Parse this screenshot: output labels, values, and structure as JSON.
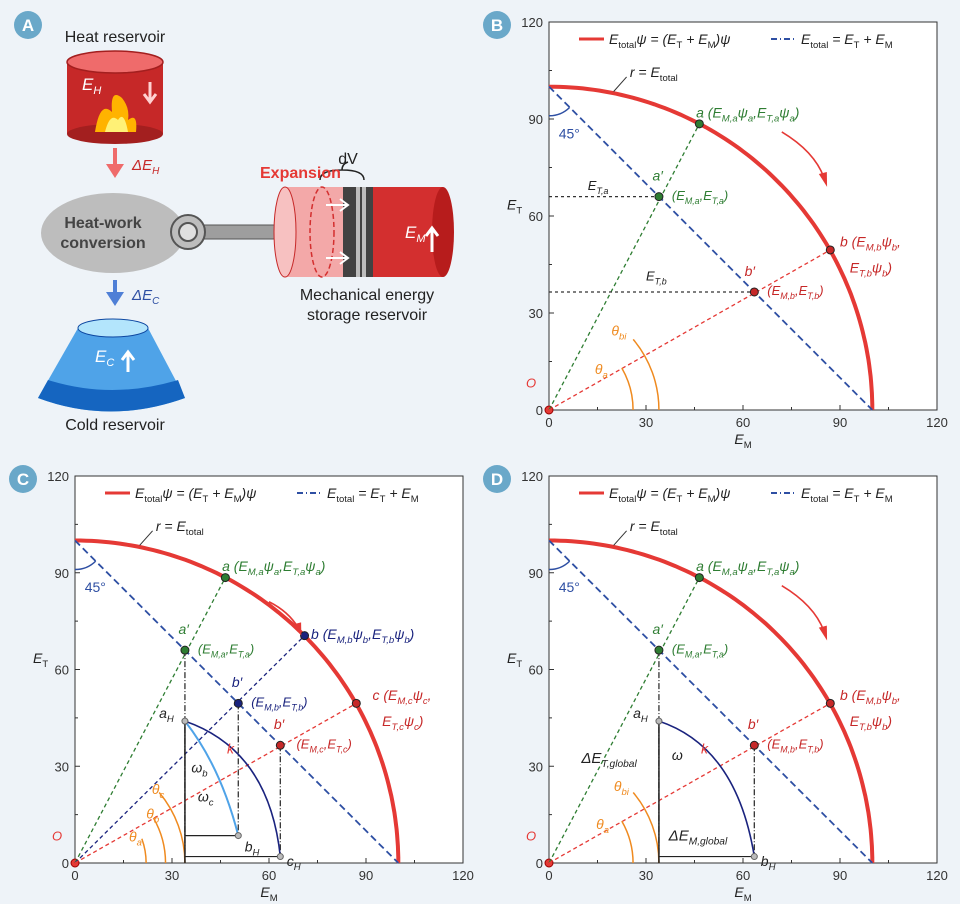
{
  "colors": {
    "red": "#e53935",
    "darkred": "#c62828",
    "green": "#2e7d32",
    "blue": "#2e4fa3",
    "navy": "#1a237e",
    "orange": "#ef8a1f",
    "badge": "#6aa8c9",
    "background": "#eef3f8"
  },
  "panel_a": {
    "label": "A",
    "heat_reservoir": "Heat reservoir",
    "E_H": "E",
    "E_H_sub": "H",
    "dE_H": "ΔE",
    "dE_H_sub": "H",
    "conversion_line1": "Heat-work",
    "conversion_line2": "conversion",
    "dE_C": "ΔE",
    "dE_C_sub": "C",
    "E_C": "E",
    "E_C_sub": "C",
    "cold_reservoir": "Cold reservoir",
    "expansion": "Expansion",
    "dV": "dV",
    "E_M": "E",
    "E_M_sub": "M",
    "storage_line1": "Mechanical energy",
    "storage_line2": "storage reservoir"
  },
  "plot_common": {
    "xlabel": "E",
    "xlabel_sub": "M",
    "ylabel": "E",
    "ylabel_sub": "T",
    "ticks": [
      "0",
      "30",
      "60",
      "90",
      "120"
    ],
    "xlim": [
      0,
      120
    ],
    "ylim": [
      0,
      120
    ],
    "legend_red": "E",
    "legend_red_sub": "total",
    "legend_red_rest": "ψ = (E",
    "legend_blue": "E",
    "legend_blue_sub": "total",
    "legend_blue_rest": " = E",
    "r_label": "r = E",
    "r_label_sub": "total",
    "angle45": "45°",
    "origin": "O"
  },
  "panels": {
    "B": {
      "label": "B"
    },
    "C": {
      "label": "C"
    },
    "D": {
      "label": "D"
    }
  },
  "chart_data": [
    {
      "type": "line",
      "panel": "B",
      "circle_radius": 100,
      "diagonal": [
        [
          0,
          100
        ],
        [
          100,
          0
        ]
      ],
      "points": [
        {
          "name": "a",
          "x": 46.5,
          "y": 88.5
        },
        {
          "name": "a'",
          "x": 34,
          "y": 66
        },
        {
          "name": "b",
          "x": 87,
          "y": 49.5
        },
        {
          "name": "b'",
          "x": 63.5,
          "y": 36.5
        }
      ],
      "annotations": [
        "E_T,a",
        "E_T,b",
        "θ_bi",
        "θ_a"
      ]
    },
    {
      "type": "line",
      "panel": "C",
      "circle_radius": 100,
      "diagonal": [
        [
          0,
          100
        ],
        [
          100,
          0
        ]
      ],
      "points": [
        {
          "name": "a",
          "x": 46.5,
          "y": 88.5
        },
        {
          "name": "a'",
          "x": 34,
          "y": 66
        },
        {
          "name": "b",
          "x": 71,
          "y": 70.5
        },
        {
          "name": "b'",
          "x": 50.5,
          "y": 49.5
        },
        {
          "name": "c",
          "x": 87,
          "y": 49.5
        },
        {
          "name": "b'",
          "x": 63.5,
          "y": 36.5
        },
        {
          "name": "a_H",
          "x": 34,
          "y": 44
        },
        {
          "name": "b_H",
          "x": 50.5,
          "y": 8.5
        },
        {
          "name": "c_H",
          "x": 63.5,
          "y": 2
        }
      ],
      "annotations": [
        "θ_c",
        "θ_b",
        "θ_a",
        "ω_b",
        "ω_c",
        "k"
      ]
    },
    {
      "type": "line",
      "panel": "D",
      "circle_radius": 100,
      "diagonal": [
        [
          0,
          100
        ],
        [
          100,
          0
        ]
      ],
      "points": [
        {
          "name": "a",
          "x": 46.5,
          "y": 88.5
        },
        {
          "name": "a'",
          "x": 34,
          "y": 66
        },
        {
          "name": "b",
          "x": 87,
          "y": 49.5
        },
        {
          "name": "b'",
          "x": 63.5,
          "y": 36.5
        },
        {
          "name": "a_H",
          "x": 34,
          "y": 44
        },
        {
          "name": "b_H",
          "x": 63.5,
          "y": 2
        }
      ],
      "annotations": [
        "ΔE_T,global",
        "ΔE_M,global",
        "θ_bi",
        "θ_a",
        "ω",
        "k"
      ]
    }
  ],
  "labels": {
    "a": "a",
    "a_coord": "(E",
    "a_coord_full": "(Eₘ,ₐψₐ,Eₜ,ₐψₐ)",
    "ap": "a′",
    "ap_coord": "(E",
    "b": "b",
    "bp": "b′",
    "c": "c",
    "cp": "b′",
    "a_H": "a",
    "a_H_sub": "H",
    "b_H": "b",
    "b_H_sub": "H",
    "c_H": "c",
    "c_H_sub": "H",
    "k": "k",
    "omega": "ω",
    "theta": "θ",
    "dET": "ΔE",
    "dET_sub": "T,global",
    "dEM": "ΔE",
    "dEM_sub": "M,global"
  }
}
